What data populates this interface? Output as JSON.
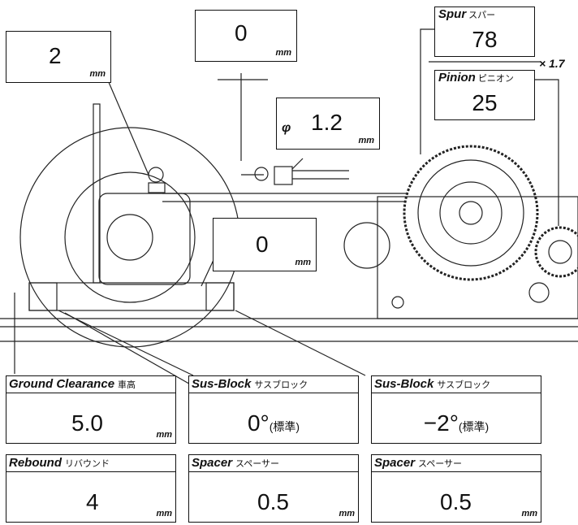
{
  "ride_height_callout": {
    "value": "2",
    "unit": "mm"
  },
  "gap_callout": {
    "value": "0",
    "unit": "mm"
  },
  "pin_callout": {
    "prefix": "φ",
    "value": "1.2",
    "unit": "mm"
  },
  "block_callout": {
    "value": "0",
    "unit": "mm"
  },
  "spur": {
    "label": "Spur",
    "label_jp": "スパー",
    "value": "78"
  },
  "ratio": "× 1.7",
  "pinion": {
    "label": "Pinion",
    "label_jp": "ピニオン",
    "value": "25"
  },
  "ground_clearance": {
    "label": "Ground Clearance",
    "label_jp": "車高",
    "value": "5.0",
    "unit": "mm"
  },
  "sus_block_front": {
    "label": "Sus-Block",
    "label_jp": "サスブロック",
    "value": "0°",
    "note": "(標準)"
  },
  "sus_block_rear": {
    "label": "Sus-Block",
    "label_jp": "サスブロック",
    "value": "−2°",
    "note": "(標準)"
  },
  "rebound": {
    "label": "Rebound",
    "label_jp": "リバウンド",
    "value": "4",
    "unit": "mm"
  },
  "spacer_front": {
    "label": "Spacer",
    "label_jp": "スペーサー",
    "value": "0.5",
    "unit": "mm"
  },
  "spacer_rear": {
    "label": "Spacer",
    "label_jp": "スペーサー",
    "value": "0.5",
    "unit": "mm"
  }
}
